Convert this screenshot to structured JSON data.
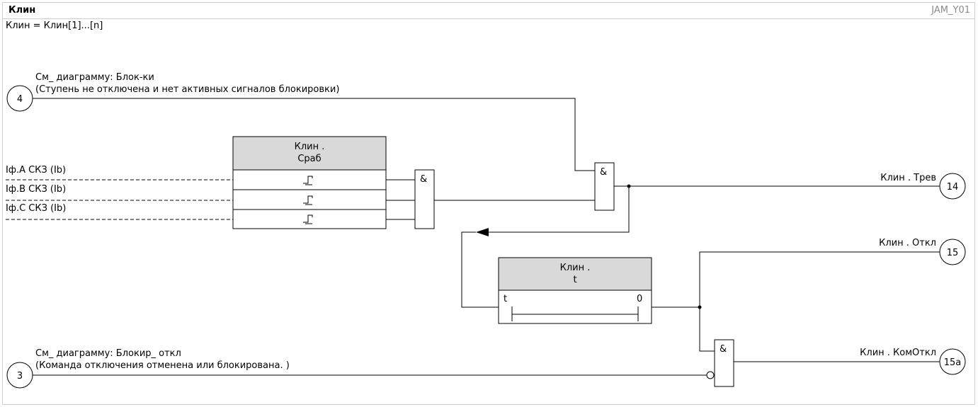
{
  "header": {
    "title": "Клин",
    "code": "JAM_Y01",
    "subtitle": "Клин = Клин[1]...[n]"
  },
  "connectors": {
    "c4": "4",
    "c3": "3",
    "c14": "14",
    "c15": "15",
    "c15a": "15a"
  },
  "notes": {
    "block_ref_1": "См_ диаграмму: Блок-ки",
    "block_ref_2": "(Ступень не отключена и нет активных сигналов блокировки)",
    "trip_ref_1": "См_ диаграмму: Блокир_ откл",
    "trip_ref_2": "(Команда отключения отменена или блокирована. )"
  },
  "inputs": {
    "phase_a": "Iф.A СКЗ (Ib)",
    "phase_b": "Iф.B СКЗ (Ib)",
    "phase_c": "Iф.C СКЗ (Ib)"
  },
  "pickup_block": {
    "title_1": "Клин .",
    "title_2": "Сраб"
  },
  "timer_block": {
    "title_1": "Клин .",
    "title_2": "t",
    "t_label": "t",
    "zero_label": "0"
  },
  "gates": {
    "and_symbol": "&"
  },
  "outputs": {
    "alarm": "Клин . Трев",
    "trip": "Клин . Откл",
    "trip_cmd": "Клин . КомОткл"
  }
}
